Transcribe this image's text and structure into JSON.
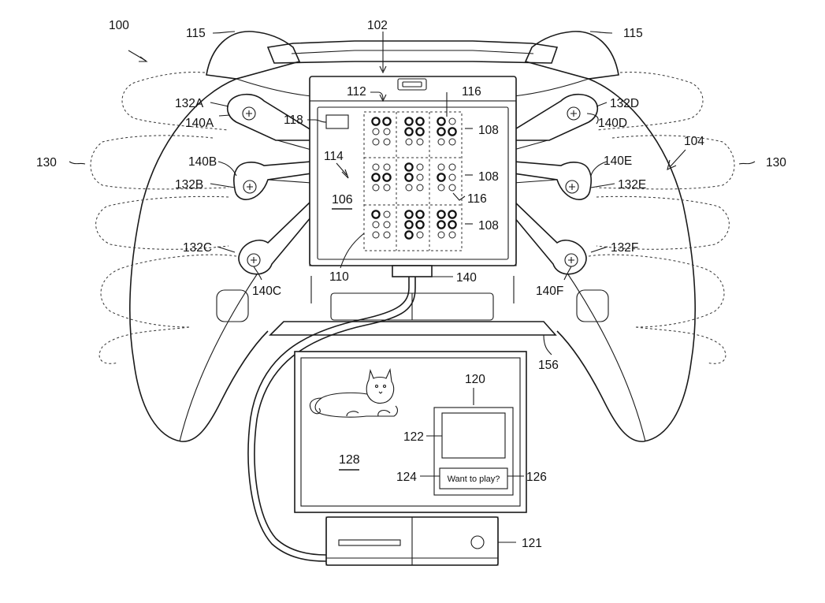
{
  "figure": {
    "labels": {
      "l100": "100",
      "l102": "102",
      "l104": "104",
      "l106": "106",
      "l108a": "108",
      "l108b": "108",
      "l108c": "108",
      "l110": "110",
      "l112": "112",
      "l114": "114",
      "l115a": "115",
      "l115b": "115",
      "l116a": "116",
      "l116b": "116",
      "l118": "118",
      "l120": "120",
      "l121": "121",
      "l122": "122",
      "l124": "124",
      "l126": "126",
      "l128": "128",
      "l130a": "130",
      "l130b": "130",
      "l132A": "132A",
      "l132B": "132B",
      "l132C": "132C",
      "l132D": "132D",
      "l132E": "132E",
      "l132F": "132F",
      "l140": "140",
      "l140A": "140A",
      "l140B": "140B",
      "l140C": "140C",
      "l140D": "140D",
      "l140E": "140E",
      "l140F": "140F",
      "l156": "156"
    },
    "dialog_text": "Want to play?",
    "braille_cells": [
      [
        1,
        1,
        0,
        0,
        0,
        0
      ],
      [
        1,
        1,
        1,
        1,
        0,
        0
      ],
      [
        1,
        0,
        1,
        1,
        0,
        0
      ],
      [
        0,
        0,
        1,
        1,
        0,
        0
      ],
      [
        1,
        0,
        1,
        0,
        0,
        0
      ],
      [
        0,
        0,
        1,
        0,
        0,
        0
      ],
      [
        1,
        0,
        0,
        0,
        0,
        0
      ],
      [
        1,
        1,
        1,
        1,
        1,
        0
      ],
      [
        1,
        1,
        1,
        1,
        0,
        0
      ]
    ]
  }
}
